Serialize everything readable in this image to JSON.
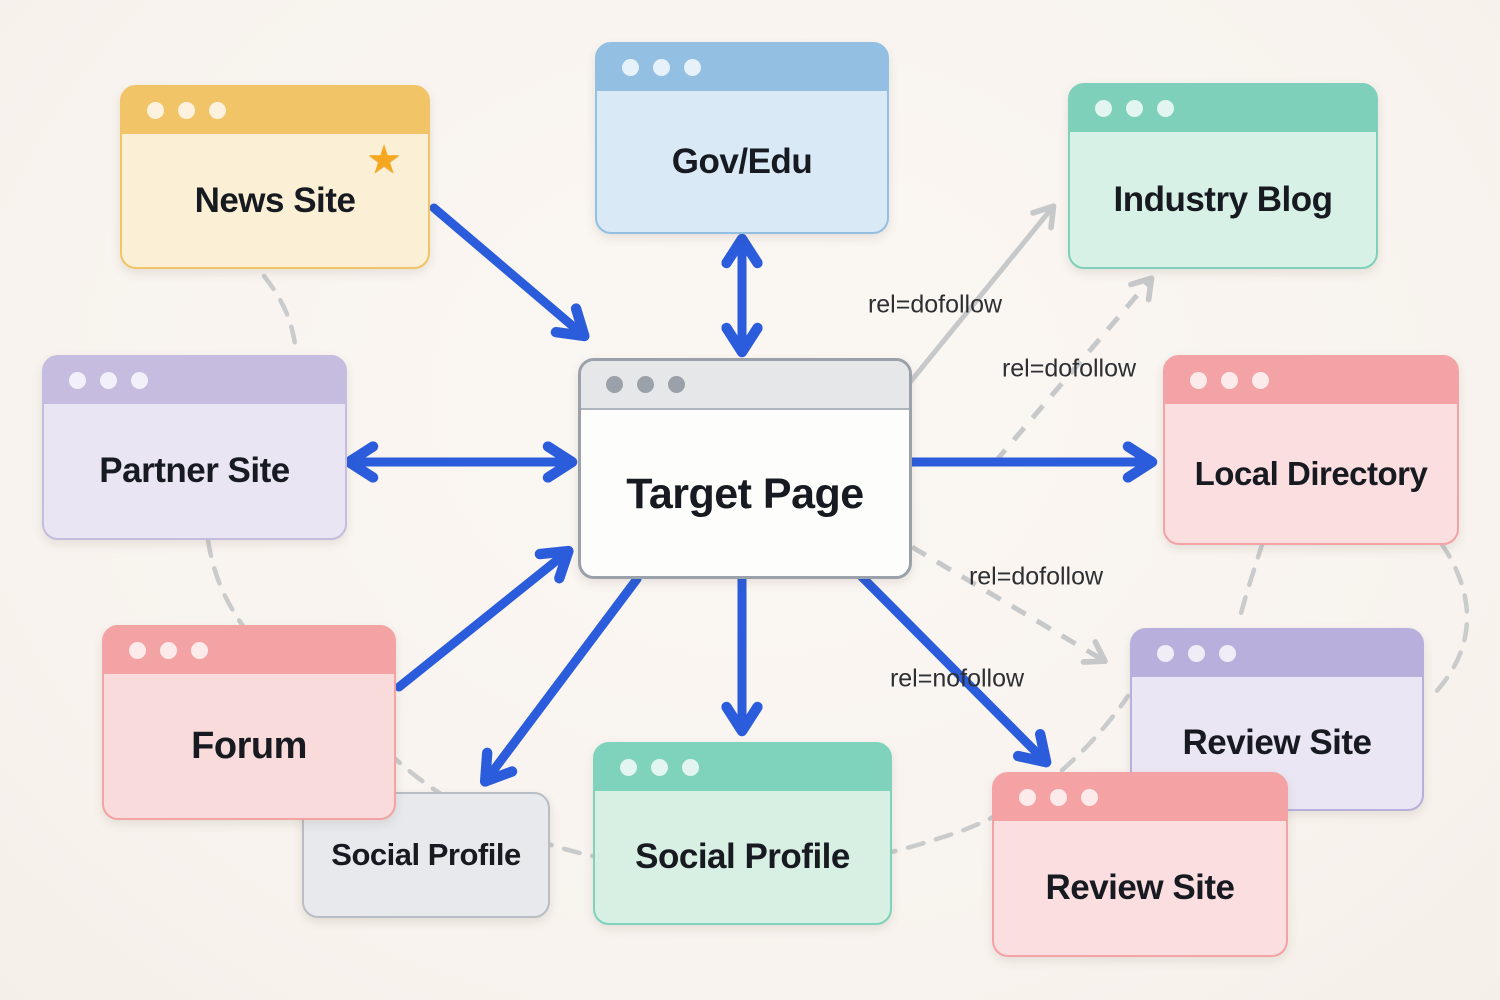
{
  "diagram_type": "backlink-map",
  "center_node": "Target Page",
  "colors": {
    "background": "#faf5f0",
    "arrow_blue": "#2a5cdb",
    "arrow_gray": "#c6c8c9",
    "node_text": "#171a20",
    "edge_label_text": "#2d2f33",
    "star": "#f5a81f"
  },
  "nodes": [
    {
      "id": "news-site",
      "label": "News Site",
      "header_color": "#f1c468",
      "body_color": "#fbf0d5",
      "has_star": true
    },
    {
      "id": "gov-edu",
      "label": "Gov/Edu",
      "header_color": "#93c0e2",
      "body_color": "#dae9f6"
    },
    {
      "id": "industry-blog",
      "label": "Industry Blog",
      "header_color": "#7ed0bb",
      "body_color": "#d8f1e6"
    },
    {
      "id": "partner-site",
      "label": "Partner Site",
      "header_color": "#c5bce0",
      "body_color": "#e9e5f3"
    },
    {
      "id": "target-page",
      "label": "Target Page",
      "header_color": "#e6e7e9",
      "body_color": "#fdfdfb",
      "border_color": "#9aa1aa"
    },
    {
      "id": "local-directory",
      "label": "Local Directory",
      "header_color": "#f3a3a6",
      "body_color": "#fbdee0"
    },
    {
      "id": "forum",
      "label": "Forum",
      "header_color": "#f3a3a3",
      "body_color": "#fadbdb"
    },
    {
      "id": "social-profile-small",
      "label": "Social Profile",
      "body_color": "#e7e9ec",
      "border_color": "#b9bec5"
    },
    {
      "id": "social-profile",
      "label": "Social Profile",
      "header_color": "#7fd2bb",
      "body_color": "#d8f0e4"
    },
    {
      "id": "review-site-purple",
      "label": "Review Site",
      "header_color": "#b9afdc",
      "body_color": "#eae6f4"
    },
    {
      "id": "review-site-pink",
      "label": "Review Site",
      "header_color": "#f5a2a5",
      "body_color": "#fbdee0"
    }
  ],
  "edge_labels": [
    {
      "text": "rel=dofollow"
    },
    {
      "text": "rel=dofollow"
    },
    {
      "text": "rel=dofollow"
    },
    {
      "text": "rel=nofollow"
    }
  ],
  "edges": [
    {
      "from": "news-site",
      "to": "target-page",
      "style": "solid-blue",
      "direction": "one-way"
    },
    {
      "from": "gov-edu",
      "to": "target-page",
      "style": "solid-blue",
      "direction": "two-way"
    },
    {
      "from": "partner-site",
      "to": "target-page",
      "style": "solid-blue",
      "direction": "two-way"
    },
    {
      "from": "target-page",
      "to": "local-directory",
      "style": "solid-blue",
      "direction": "one-way"
    },
    {
      "from": "forum",
      "to": "target-page",
      "style": "solid-blue",
      "direction": "one-way"
    },
    {
      "from": "target-page",
      "to": "social-profile-small",
      "style": "solid-blue",
      "direction": "one-way"
    },
    {
      "from": "target-page",
      "to": "social-profile",
      "style": "solid-blue",
      "direction": "one-way"
    },
    {
      "from": "target-page",
      "to": "review-site-pink",
      "style": "solid-blue",
      "direction": "one-way",
      "label": "rel=nofollow"
    },
    {
      "from": "target-page",
      "to": "industry-blog",
      "style": "solid-gray",
      "direction": "one-way",
      "label": "rel=dofollow"
    },
    {
      "from": "local-directory",
      "to": "industry-blog",
      "style": "dashed-gray",
      "direction": "one-way",
      "label": "rel=dofollow"
    },
    {
      "from": "target-page",
      "to": "review-site-purple",
      "style": "dashed-gray",
      "direction": "one-way",
      "label": "rel=dofollow"
    },
    {
      "from": "news-site",
      "to": "partner-site",
      "style": "dashed-connector"
    },
    {
      "from": "partner-site",
      "to": "forum",
      "style": "dashed-connector"
    },
    {
      "from": "forum",
      "to": "review-site-purple",
      "style": "dashed-connector",
      "via": [
        "social-profile-small",
        "social-profile"
      ]
    },
    {
      "from": "local-directory",
      "to": "review-site-purple",
      "style": "dashed-connector"
    },
    {
      "from": "local-directory",
      "to": "review-site-purple",
      "style": "dashed-connector-right"
    }
  ]
}
